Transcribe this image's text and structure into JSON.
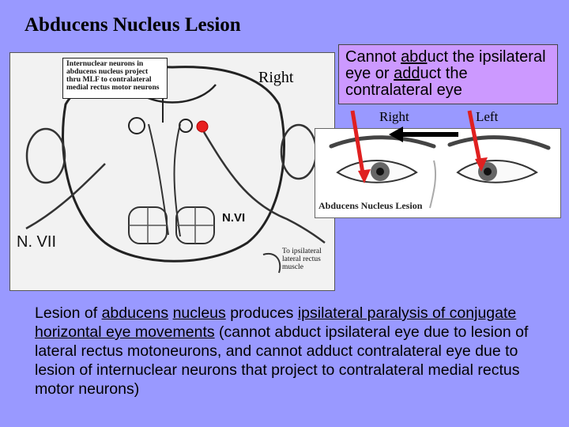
{
  "title": "Abducens Nucleus Lesion",
  "diagram": {
    "callout": "Internuclear neurons in abducens nucleus project thru MLF to contralateral medial rectus motor neurons",
    "side_label": "Right",
    "nerve_vi": "N.VI",
    "nerve_vii": "N. VII",
    "muscle_note": "To ipsilateral lateral rectus muscle",
    "lesion_color": "#e82020"
  },
  "statement": {
    "p1": "Cannot ",
    "u1": "abd",
    "p2": "uct the ipsilateral eye or ",
    "u2": "add",
    "p3": "uct the contralateral eye"
  },
  "eyes": {
    "right_label": "Right",
    "left_label": "Left",
    "caption": "Abducens Nucleus Lesion",
    "arrow_color": "#e02020"
  },
  "body": {
    "t1": "Lesion of ",
    "u1": "abducens",
    "t2": " ",
    "u2": "nucleus",
    "t3": " produces ",
    "u3": "ipsilateral paralysis of conjugate horizontal eye movements",
    "t4": " (cannot abduct ipsilateral eye due to lesion of lateral rectus motoneurons, and cannot adduct contralateral eye due to lesion of internuclear neurons that project to contralateral medial rectus motor neurons)"
  }
}
